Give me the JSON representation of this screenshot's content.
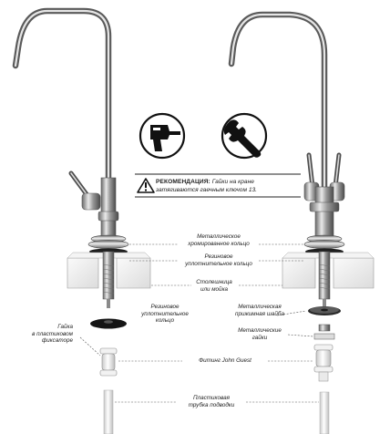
{
  "recommendation": {
    "heading": "РЕКОМЕНДАЦИЯ:",
    "line1": "Гайки на кране",
    "line2": "затягиваются гаечным ключом 13."
  },
  "labels": {
    "metal_ring": [
      "Металлическое",
      "хромированное кольцо"
    ],
    "rubber_ring_top": [
      "Резиновое",
      "уплотнительное кольцо"
    ],
    "countertop": [
      "Столешница",
      "или мойка"
    ],
    "rubber_ring_bottom": [
      "Резиновое",
      "уплотнительное",
      "кольцо"
    ],
    "metal_washer": [
      "Металлическая",
      "прижимная шайба"
    ],
    "nut_clamp": [
      "Гайка",
      "в пластиковом",
      "фиксаторе"
    ],
    "metal_nuts": [
      "Металлические",
      "гайки"
    ],
    "fitting": "Фитинг John Guest",
    "tube": [
      "Пластиковая",
      "трубка подводки"
    ]
  },
  "icons": [
    "drill-icon",
    "wrench-icon",
    "warning-icon"
  ]
}
